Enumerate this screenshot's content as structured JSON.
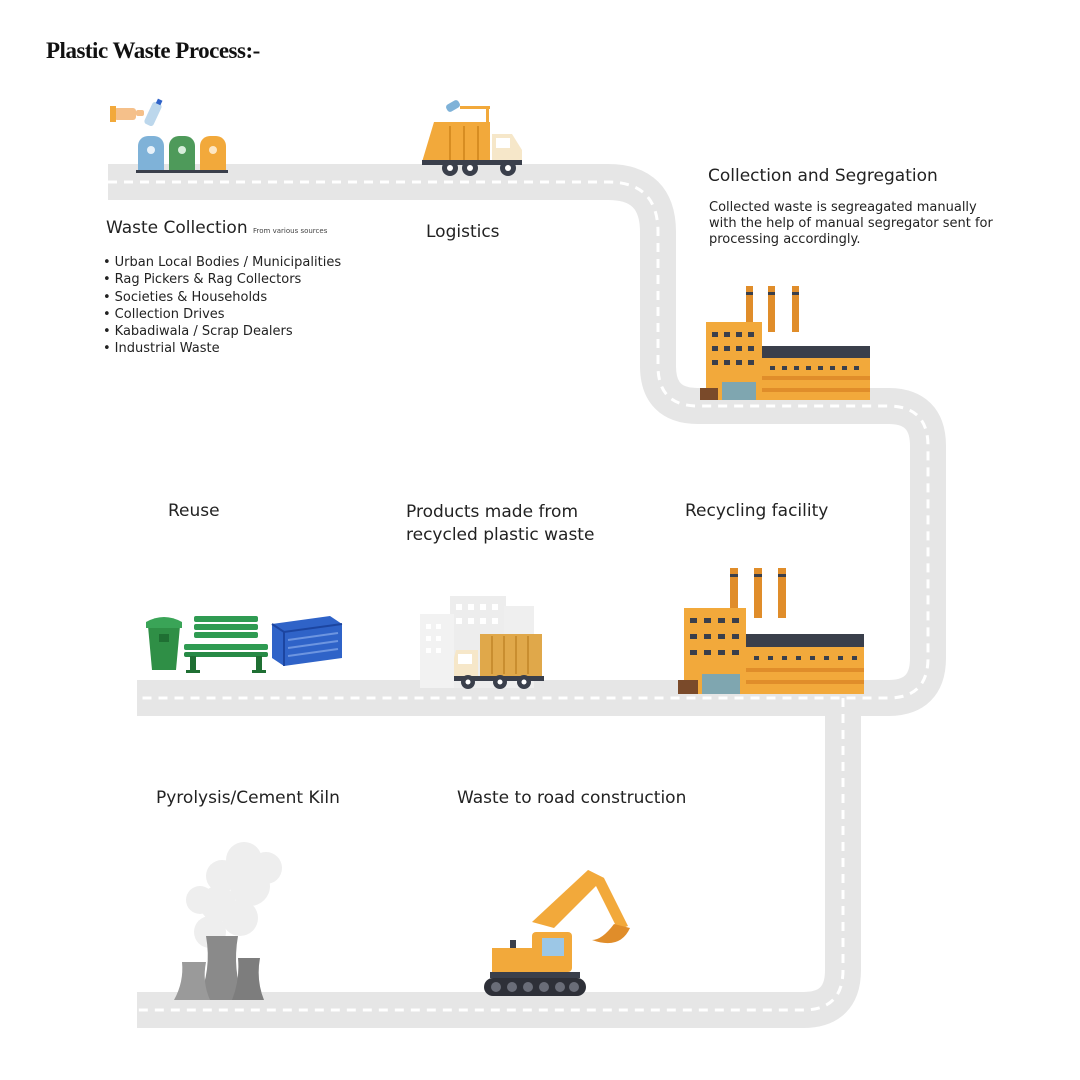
{
  "title": "Plastic Waste Process:-",
  "steps": {
    "waste_collection": {
      "label": "Waste Collection",
      "sublabel": "From various sources",
      "sources": [
        "Urban Local Bodies / Municipalities",
        "Rag Pickers & Rag Collectors",
        "Societies & Households",
        "Collection Drives",
        "Kabadiwala / Scrap Dealers",
        "Industrial Waste"
      ]
    },
    "logistics": {
      "label": "Logistics"
    },
    "collection_segregation": {
      "label": "Collection and Segregation",
      "description_lines": [
        "Collected waste is segreagated manually",
        "with the help of manual segregator sent for",
        "processing accordingly."
      ]
    },
    "recycling_facility": {
      "label": "Recycling facility"
    },
    "products": {
      "label_lines": [
        "Products made from",
        "recycled plastic waste"
      ]
    },
    "reuse": {
      "label": "Reuse"
    },
    "pyrolysis": {
      "label": "Pyrolysis/Cement Kiln"
    },
    "road_construction": {
      "label": "Waste to road construction"
    }
  },
  "colors": {
    "road": "#e6e6e6",
    "road_dash": "#ffffff",
    "factory": "#f2a93b",
    "factory_roof": "#3a3f4b",
    "truck": "#f2a93b",
    "bin_blue": "#7fb2d8",
    "bin_green": "#4e9a5a",
    "bin_orange": "#f2a93b",
    "bench_green": "#2f9b52",
    "crate_blue": "#2f63c8",
    "tower_gray": "#8a8a8a"
  },
  "icons": [
    "hand-bottle-icon",
    "recycle-bins-icon",
    "garbage-truck-icon",
    "factory-icon",
    "dustbin-icon",
    "bench-icon",
    "crate-icon",
    "city-icon",
    "delivery-truck-icon",
    "cooling-tower-icon",
    "excavator-icon"
  ]
}
